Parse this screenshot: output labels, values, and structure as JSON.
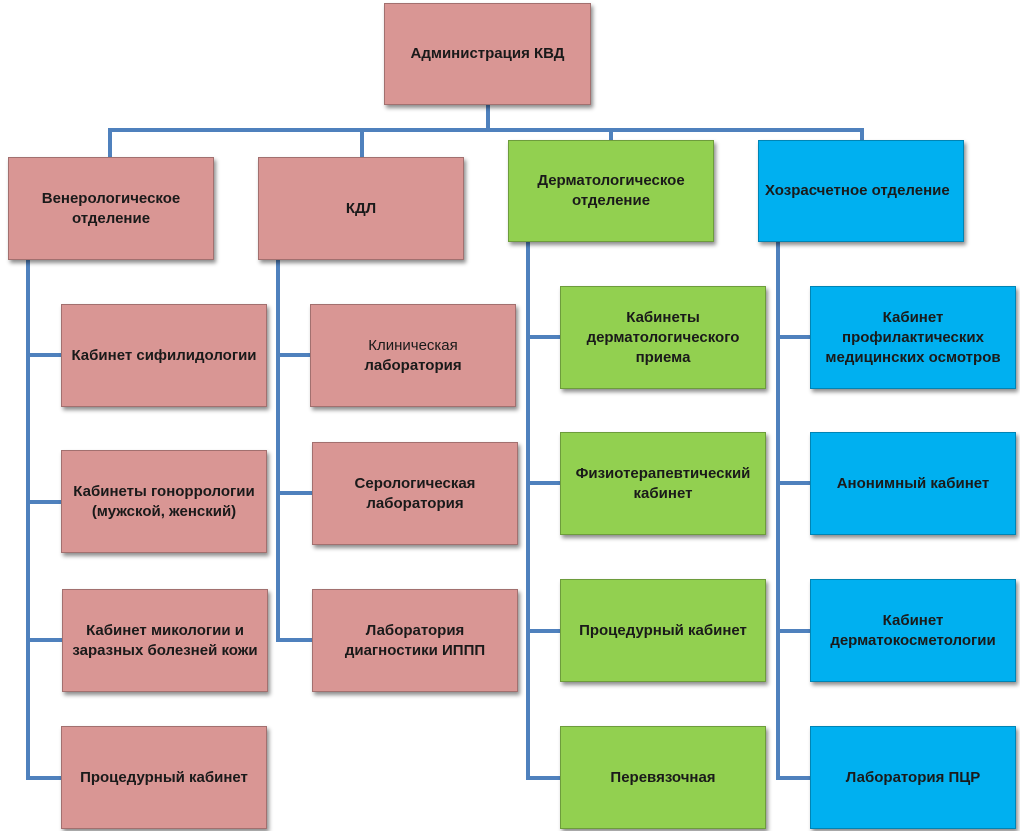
{
  "root": {
    "label": "Администрация КВД",
    "color": "#d99694"
  },
  "departments": [
    {
      "label": "Венерологическое отделение",
      "color": "#d99694",
      "children": [
        "Кабинет сифилидологии",
        "Кабинеты гоноррологии (мужской, женский)",
        "Кабинет микологии и заразных болезней кожи",
        "Процедурный кабинет"
      ]
    },
    {
      "label": "КДЛ",
      "color": "#d99694",
      "children": [
        {
          "line1": "Клиническая",
          "line2": "лаборатория"
        },
        "Серологическая лаборатория",
        "Лаборатория диагностики ИППП"
      ]
    },
    {
      "label": "Дерматологическое отделение",
      "color": "#92d050",
      "children": [
        "Кабинеты дерматологического приема",
        "Физиотерапевтический кабинет",
        "Процедурный кабинет",
        "Перевязочная"
      ]
    },
    {
      "label": "Хозрасчетное отделение",
      "color": "#00b0f0",
      "children": [
        "Кабинет профилактических медицинских осмотров",
        "Анонимный кабинет",
        "Кабинет дерматокосметологии",
        "Лаборатория ПЦР"
      ]
    }
  ],
  "connector_color": "#4f81bd"
}
